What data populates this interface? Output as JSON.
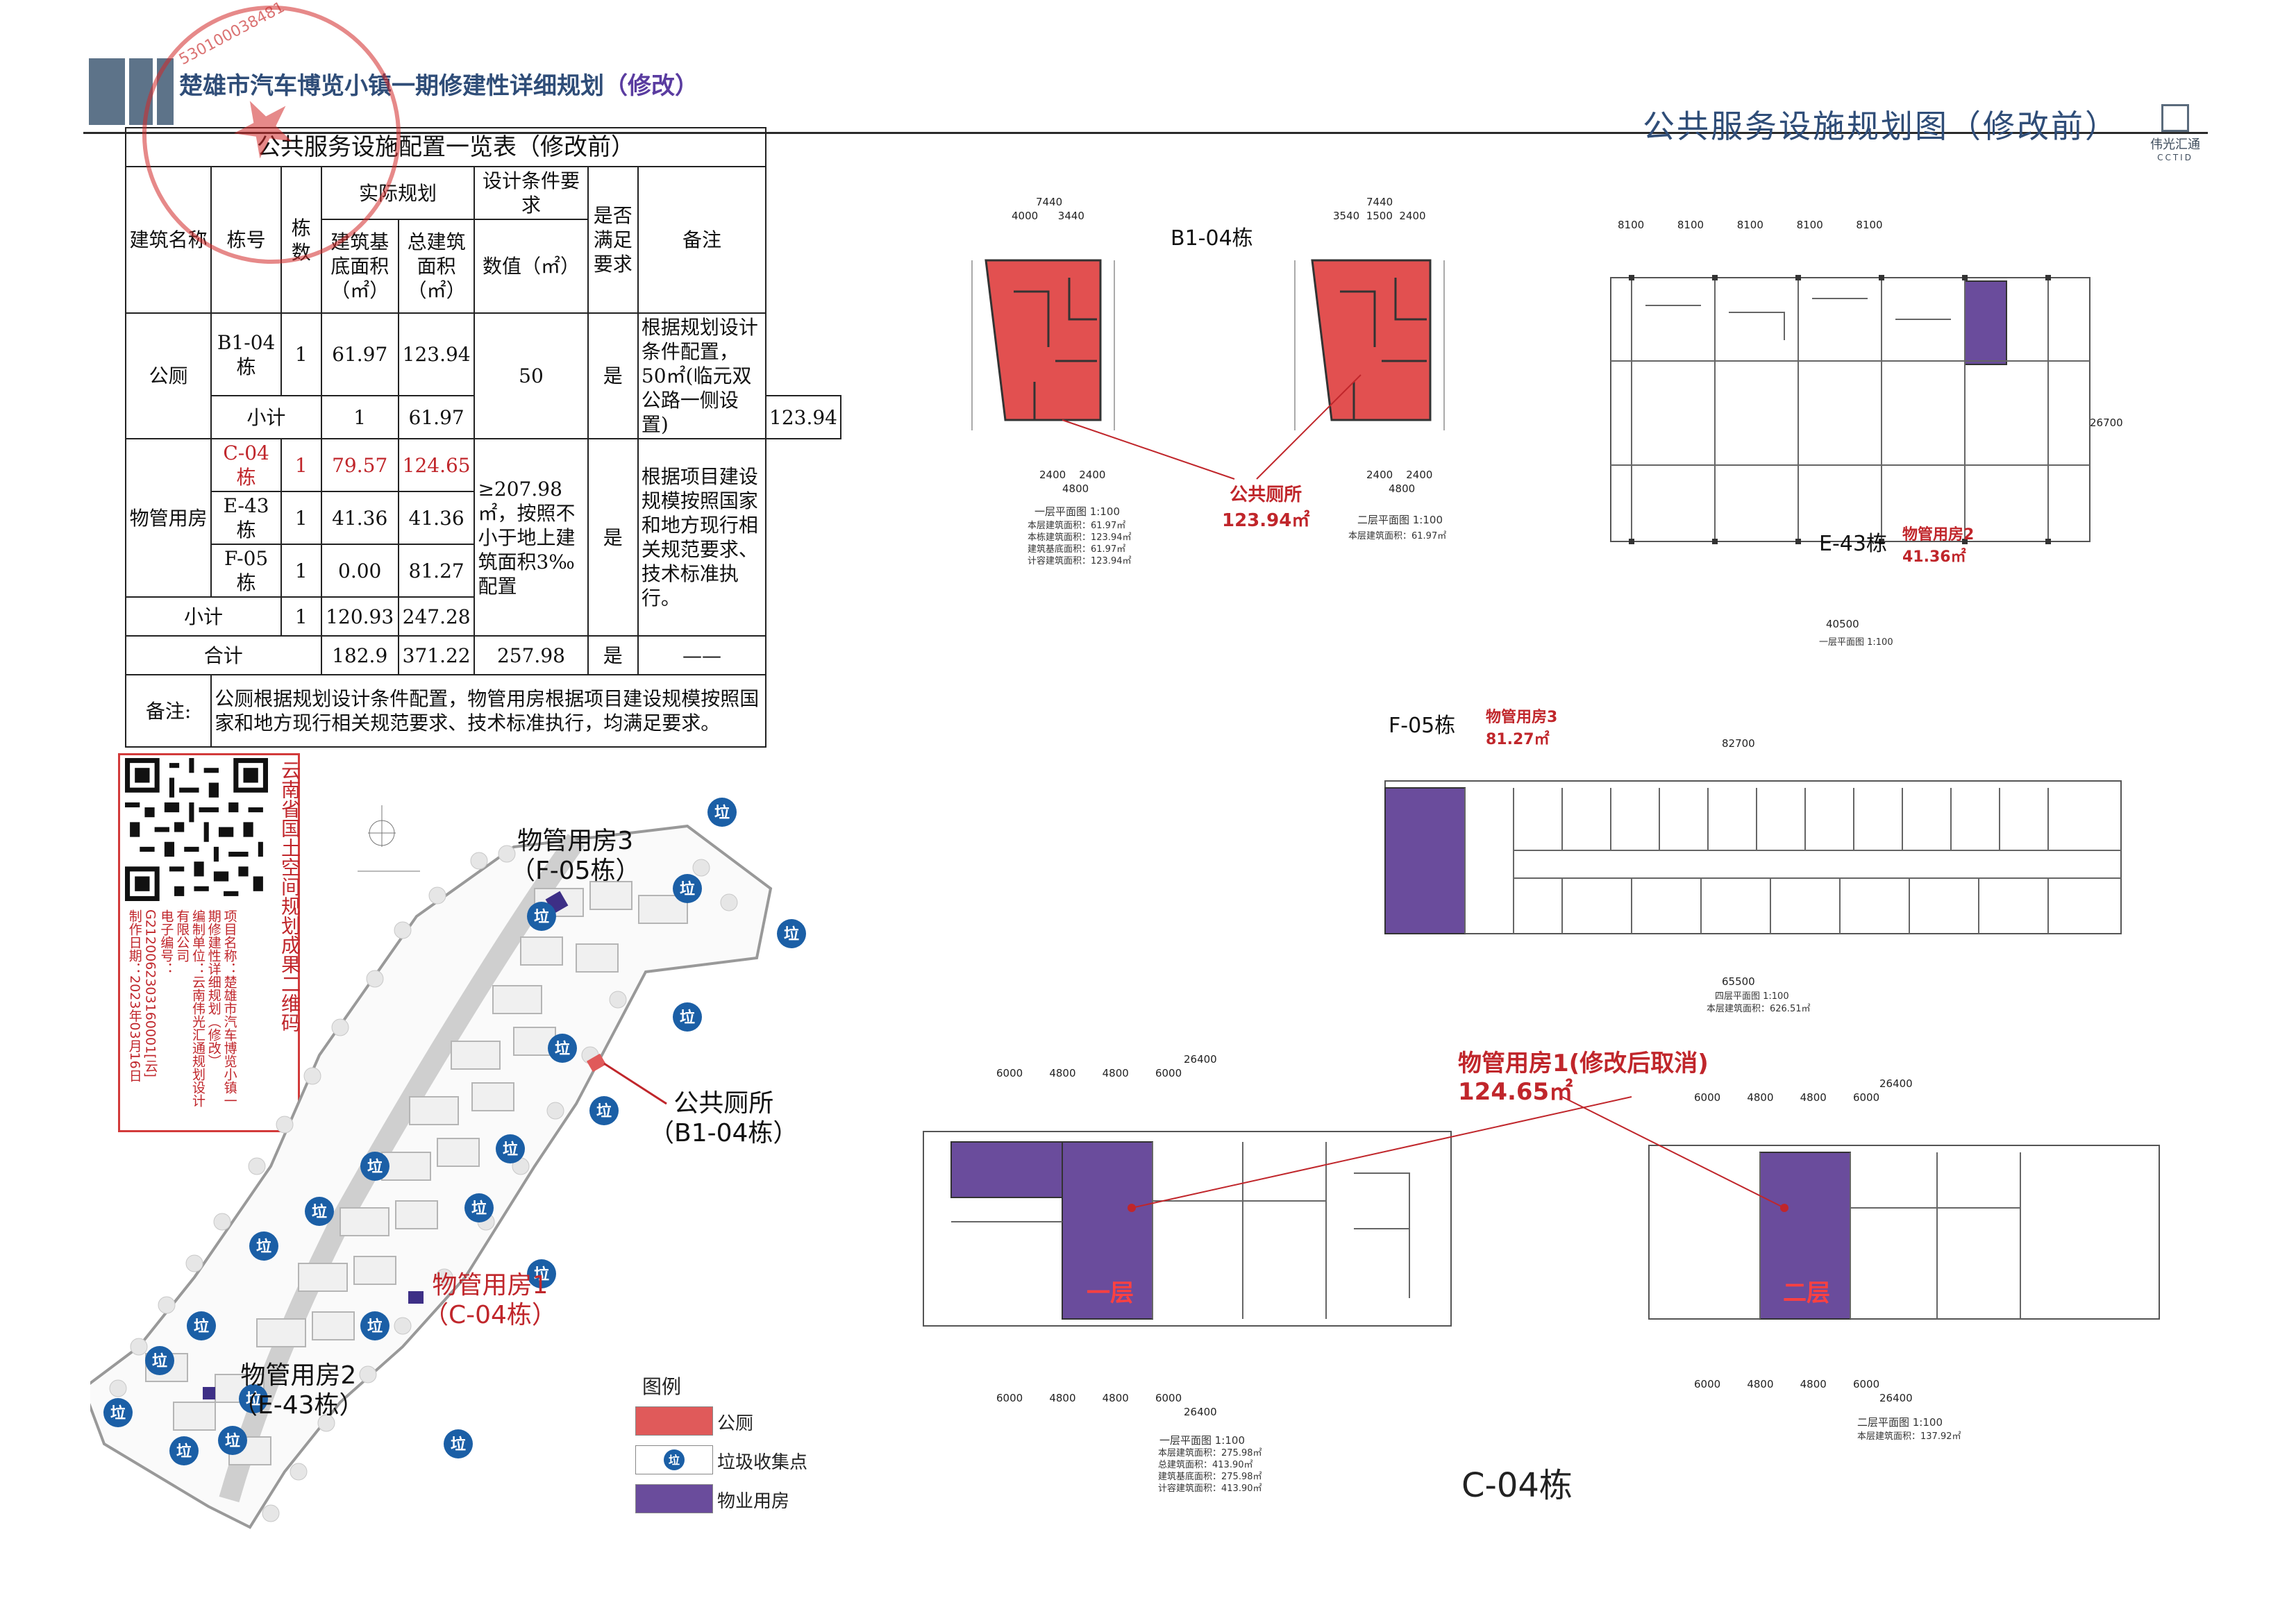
{
  "header": {
    "project_title_main": "楚雄市汽车博览小镇一期修建性详细规划",
    "project_title_mod": "（修改）",
    "sheet_title": "公共服务设施规划图（修改前）",
    "brand_cn": "伟光汇通",
    "brand_en": "CCTID",
    "stamp_number": "530100038481"
  },
  "table": {
    "title": "公共服务设施配置一览表（修改前）",
    "headers": {
      "building_name": "建筑名称",
      "building_no": "栋号",
      "count": "栋数",
      "actual_plan": "实际规划",
      "base_area": "建筑基底面积（㎡）",
      "total_area": "总建筑面积（㎡）",
      "design_req": "设计条件要求",
      "value": "数值（㎡）",
      "satisfied": "是否满足要求",
      "remark": "备注"
    },
    "toilet": {
      "name": "公厕",
      "no": "B1-04栋",
      "count": "1",
      "base": "61.97",
      "total": "123.94",
      "value": "50",
      "ok": "是",
      "remark": "根据规划设计条件配置，50㎡(临元双公路一侧设置)",
      "subtotal_label": "小计",
      "subtotal_count": "1",
      "subtotal_base": "61.97",
      "subtotal_total": "123.94"
    },
    "property": {
      "name": "物管用房",
      "rows": [
        {
          "no": "C-04栋",
          "count": "1",
          "base": "79.57",
          "total": "124.65"
        },
        {
          "no": "E-43栋",
          "count": "1",
          "base": "41.36",
          "total": "41.36"
        },
        {
          "no": "F-05栋",
          "count": "1",
          "base": "0.00",
          "total": "81.27"
        }
      ],
      "value": "≥207.98㎡，按照不小于地上建筑面积3‰配置",
      "ok": "是",
      "remark": "根据项目建设规模按照国家和地方现行相关规范要求、技术标准执行。",
      "subtotal_label": "小计",
      "subtotal_count": "1",
      "subtotal_base": "120.93",
      "subtotal_total": "247.28"
    },
    "total": {
      "label": "合计",
      "base": "182.9",
      "total": "371.22",
      "value": "257.98",
      "ok": "是",
      "remark": "——"
    },
    "note_label": "备注:",
    "note_text": "公厕根据规划设计条件配置，物管用房根据项目建设规模按照国家和地方现行相关规范要求、技术标准执行，均满足要求。"
  },
  "qr": {
    "side_title": "云南省国土空间规划成果二维码",
    "lines": [
      "项目名称：楚雄市汽车博览小镇一期修建性详细规划（修改）",
      "编制单位：云南伟光汇通规划设计有限公司",
      "电子编号：G2120062303160001[云]",
      "制作日期：2023年03月16日"
    ]
  },
  "map": {
    "labels": {
      "f05": "物管用房3\n（F-05栋）",
      "toilet": "公共厕所\n（B1-04栋）",
      "c04": "物管用房1\n（C-04栋）",
      "e43": "物管用房2\n（E-43栋）"
    },
    "bin_glyph": "垃"
  },
  "legend": {
    "title": "图例",
    "items": [
      {
        "label": "公厕",
        "color": "#e05a5a"
      },
      {
        "label": "垃圾收集点",
        "color": "#ffffff"
      },
      {
        "label": "物业用房",
        "color": "#6a4c9c"
      }
    ]
  },
  "drawings": {
    "b104": {
      "title": "B1-04栋",
      "floor1_caption": "一层平面图 1:100",
      "floor1_notes": "本层建筑面积：61.97㎡\n本栋建筑面积：123.94㎡\n建筑基底面积：61.97㎡\n计容建筑面积：123.94㎡",
      "floor2_caption": "二层平面图 1:100",
      "floor2_notes": "本层建筑面积：61.97㎡",
      "callout": "公共厕所\n123.94㎡",
      "dims_top1": "7440",
      "dims_top2": "4000      3440",
      "dims_top3": "7440",
      "dims_top4": "3540  1500  2400",
      "dims_bot1": "2400    2400",
      "dims_bot2": "4800"
    },
    "e43": {
      "title": "E-43栋",
      "red_label": "物管用房2\n41.36㎡",
      "caption": "一层平面图 1:100",
      "dims_top": "8100          8100          8100          8100          8100",
      "dims_bot_total": "40500",
      "dims_side_total": "26700"
    },
    "f05": {
      "title": "F-05栋",
      "red_label": "物管用房3\n81.27㎡",
      "caption": "四层平面图 1:100",
      "notes": "本层建筑面积：626.51㎡",
      "dims_top_total": "82700",
      "dims_bot_total": "65500"
    },
    "c04": {
      "title": "C-04栋",
      "red_title": "物管用房1(修改后取消)\n124.65㎡",
      "floor1_mark": "一层",
      "floor2_mark": "二层",
      "floor1_caption": "一层平面图 1:100",
      "floor1_notes": "本层建筑面积：275.98㎡\n总建筑面积：413.90㎡\n建筑基底面积：275.98㎡\n计容建筑面积：413.90㎡",
      "floor2_caption": "二层平面图 1:100",
      "floor2_notes": "本层建筑面积：137.92㎡",
      "dims_total": "26400",
      "dims_split": "6000        4800        4800        6000",
      "dims_split2": "4800    4800"
    }
  }
}
